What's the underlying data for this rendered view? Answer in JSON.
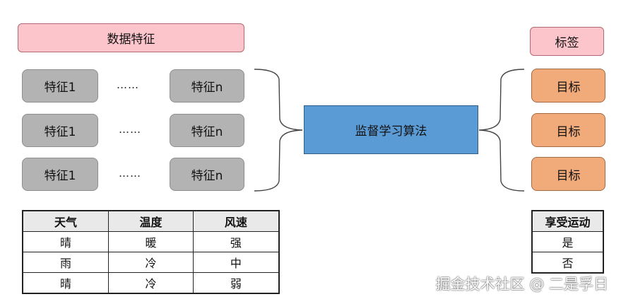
{
  "features_header": "数据特征",
  "labels_header": "标签",
  "rows": [
    {
      "first": "特征1",
      "dots": "……",
      "last": "特征n"
    },
    {
      "first": "特征1",
      "dots": "……",
      "last": "特征n"
    },
    {
      "first": "特征1",
      "dots": "……",
      "last": "特征n"
    }
  ],
  "algorithm": "监督学习算法",
  "targets": [
    "目标",
    "目标",
    "目标"
  ],
  "feature_table": {
    "headers": [
      "天气",
      "温度",
      "风速"
    ],
    "rows": [
      [
        "晴",
        "暖",
        "强"
      ],
      [
        "雨",
        "冷",
        "中"
      ],
      [
        "晴",
        "冷",
        "弱"
      ]
    ]
  },
  "label_table": {
    "header": "享受运动",
    "rows": [
      "是",
      "否"
    ]
  },
  "watermark": "掘金技术社区 @ 二是孚日",
  "colors": {
    "features_header": "#fbc5cb",
    "feature_box": "#b3b3b3",
    "target_box": "#f1aa79",
    "algorithm_box": "#5b9bd5"
  }
}
